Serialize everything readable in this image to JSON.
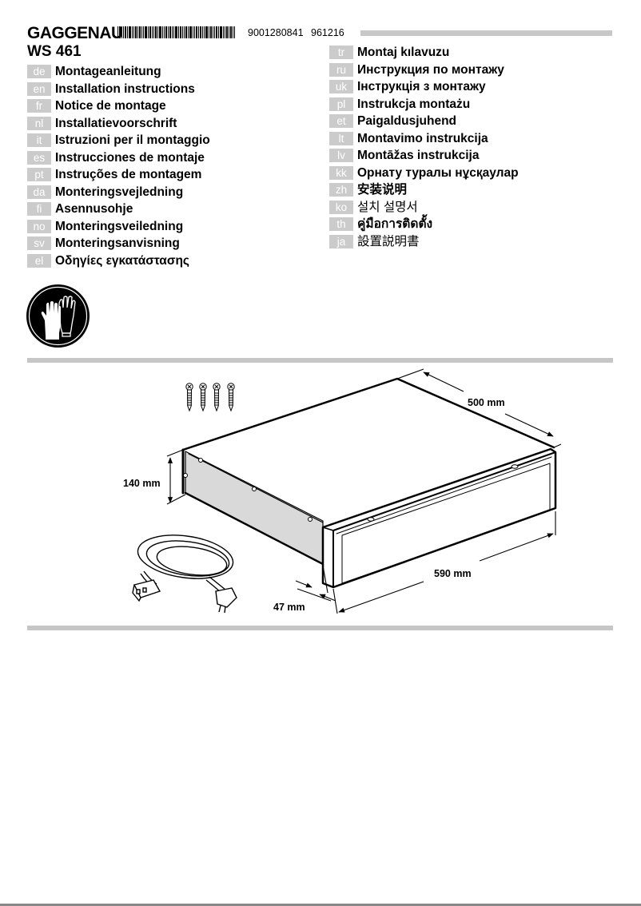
{
  "header": {
    "brand": "GAGGENAU",
    "barcode_numbers": [
      "9001280841",
      "961216"
    ],
    "model": "WS 461"
  },
  "languages_left": [
    {
      "code": "de",
      "label": "Montageanleitung"
    },
    {
      "code": "en",
      "label": "Installation instructions"
    },
    {
      "code": "fr",
      "label": "Notice de montage"
    },
    {
      "code": "nl",
      "label": "Installatievoorschrift"
    },
    {
      "code": "it",
      "label": "Istruzioni per il montaggio"
    },
    {
      "code": "es",
      "label": "Instrucciones de montaje"
    },
    {
      "code": "pt",
      "label": "Instruções de montagem"
    },
    {
      "code": "da",
      "label": "Monteringsvejledning"
    },
    {
      "code": "fi",
      "label": "Asennusohje"
    },
    {
      "code": "no",
      "label": "Monteringsveiledning"
    },
    {
      "code": "sv",
      "label": "Monteringsanvisning"
    },
    {
      "code": "el",
      "label": "Οδηγίες εγκατάστασης"
    }
  ],
  "languages_right": [
    {
      "code": "tr",
      "label": "Montaj kılavuzu"
    },
    {
      "code": "ru",
      "label": "Инструкция по монтажу"
    },
    {
      "code": "uk",
      "label": "Інструкція з монтажу"
    },
    {
      "code": "pl",
      "label": "Instrukcja montażu"
    },
    {
      "code": "et",
      "label": "Paigaldusjuhend"
    },
    {
      "code": "lt",
      "label": "Montavimo instrukcija"
    },
    {
      "code": "lv",
      "label": "Montāžas instrukcija"
    },
    {
      "code": "kk",
      "label": "Орнату туралы нұсқаулар"
    },
    {
      "code": "zh",
      "label": "安装说明"
    },
    {
      "code": "ko",
      "label": "설치 설명서"
    },
    {
      "code": "th",
      "label": "คู่มือการติดตั้ง"
    },
    {
      "code": "ja",
      "label": "設置説明書"
    }
  ],
  "icons": {
    "safety": "gloves-icon",
    "screws": "screw-icon",
    "cable": "power-cable-icon"
  },
  "diagram": {
    "screw_count": 4,
    "dimensions": {
      "depth": "500 mm",
      "height": "140 mm",
      "width": "590 mm",
      "front_panel": "47 mm"
    }
  },
  "colors": {
    "code_box": "#cbcbcb",
    "rule": "#c6c6c6",
    "panel_gray": "#d9d9d9"
  }
}
